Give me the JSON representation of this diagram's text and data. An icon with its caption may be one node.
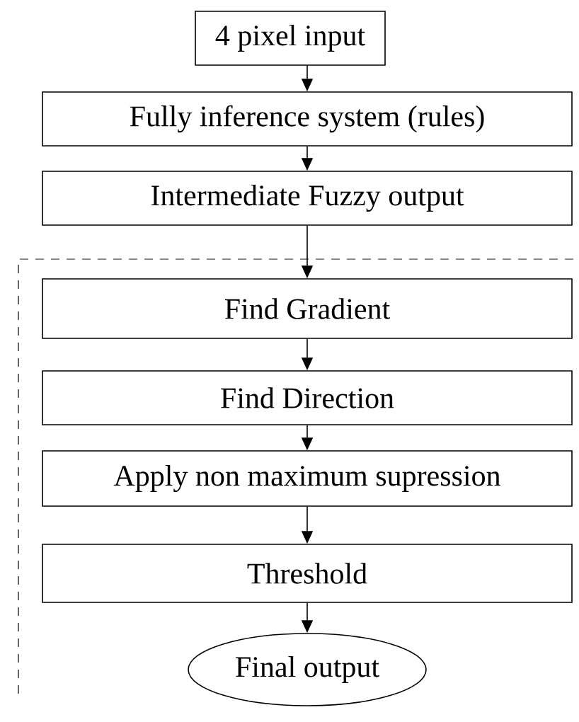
{
  "diagram": {
    "nodes": [
      {
        "text": [
          "4 pixel input"
        ]
      },
      {
        "text": [
          "Fully inference system (rules)"
        ]
      },
      {
        "text": [
          "Intermediate Fuzzy output"
        ]
      },
      {
        "text": [
          "Find Gradient"
        ]
      },
      {
        "text": [
          "Find Direction"
        ]
      },
      {
        "text": [
          "Apply non maximum supression"
        ]
      },
      {
        "text": [
          "Threshold"
        ]
      },
      {
        "text": [
          "Final output"
        ]
      }
    ],
    "edges": [
      {
        "from": 0,
        "to": 1,
        "arrow": "to"
      },
      {
        "from": 1,
        "to": 2,
        "arrow": "to"
      },
      {
        "from": 2,
        "to": 3,
        "arrow": "to"
      },
      {
        "from": 3,
        "to": 4,
        "arrow": "to"
      },
      {
        "from": 4,
        "to": 5,
        "arrow": "to"
      },
      {
        "from": 5,
        "to": 6,
        "arrow": "to"
      },
      {
        "from": 6,
        "to": 7,
        "arrow": "to"
      }
    ]
  }
}
